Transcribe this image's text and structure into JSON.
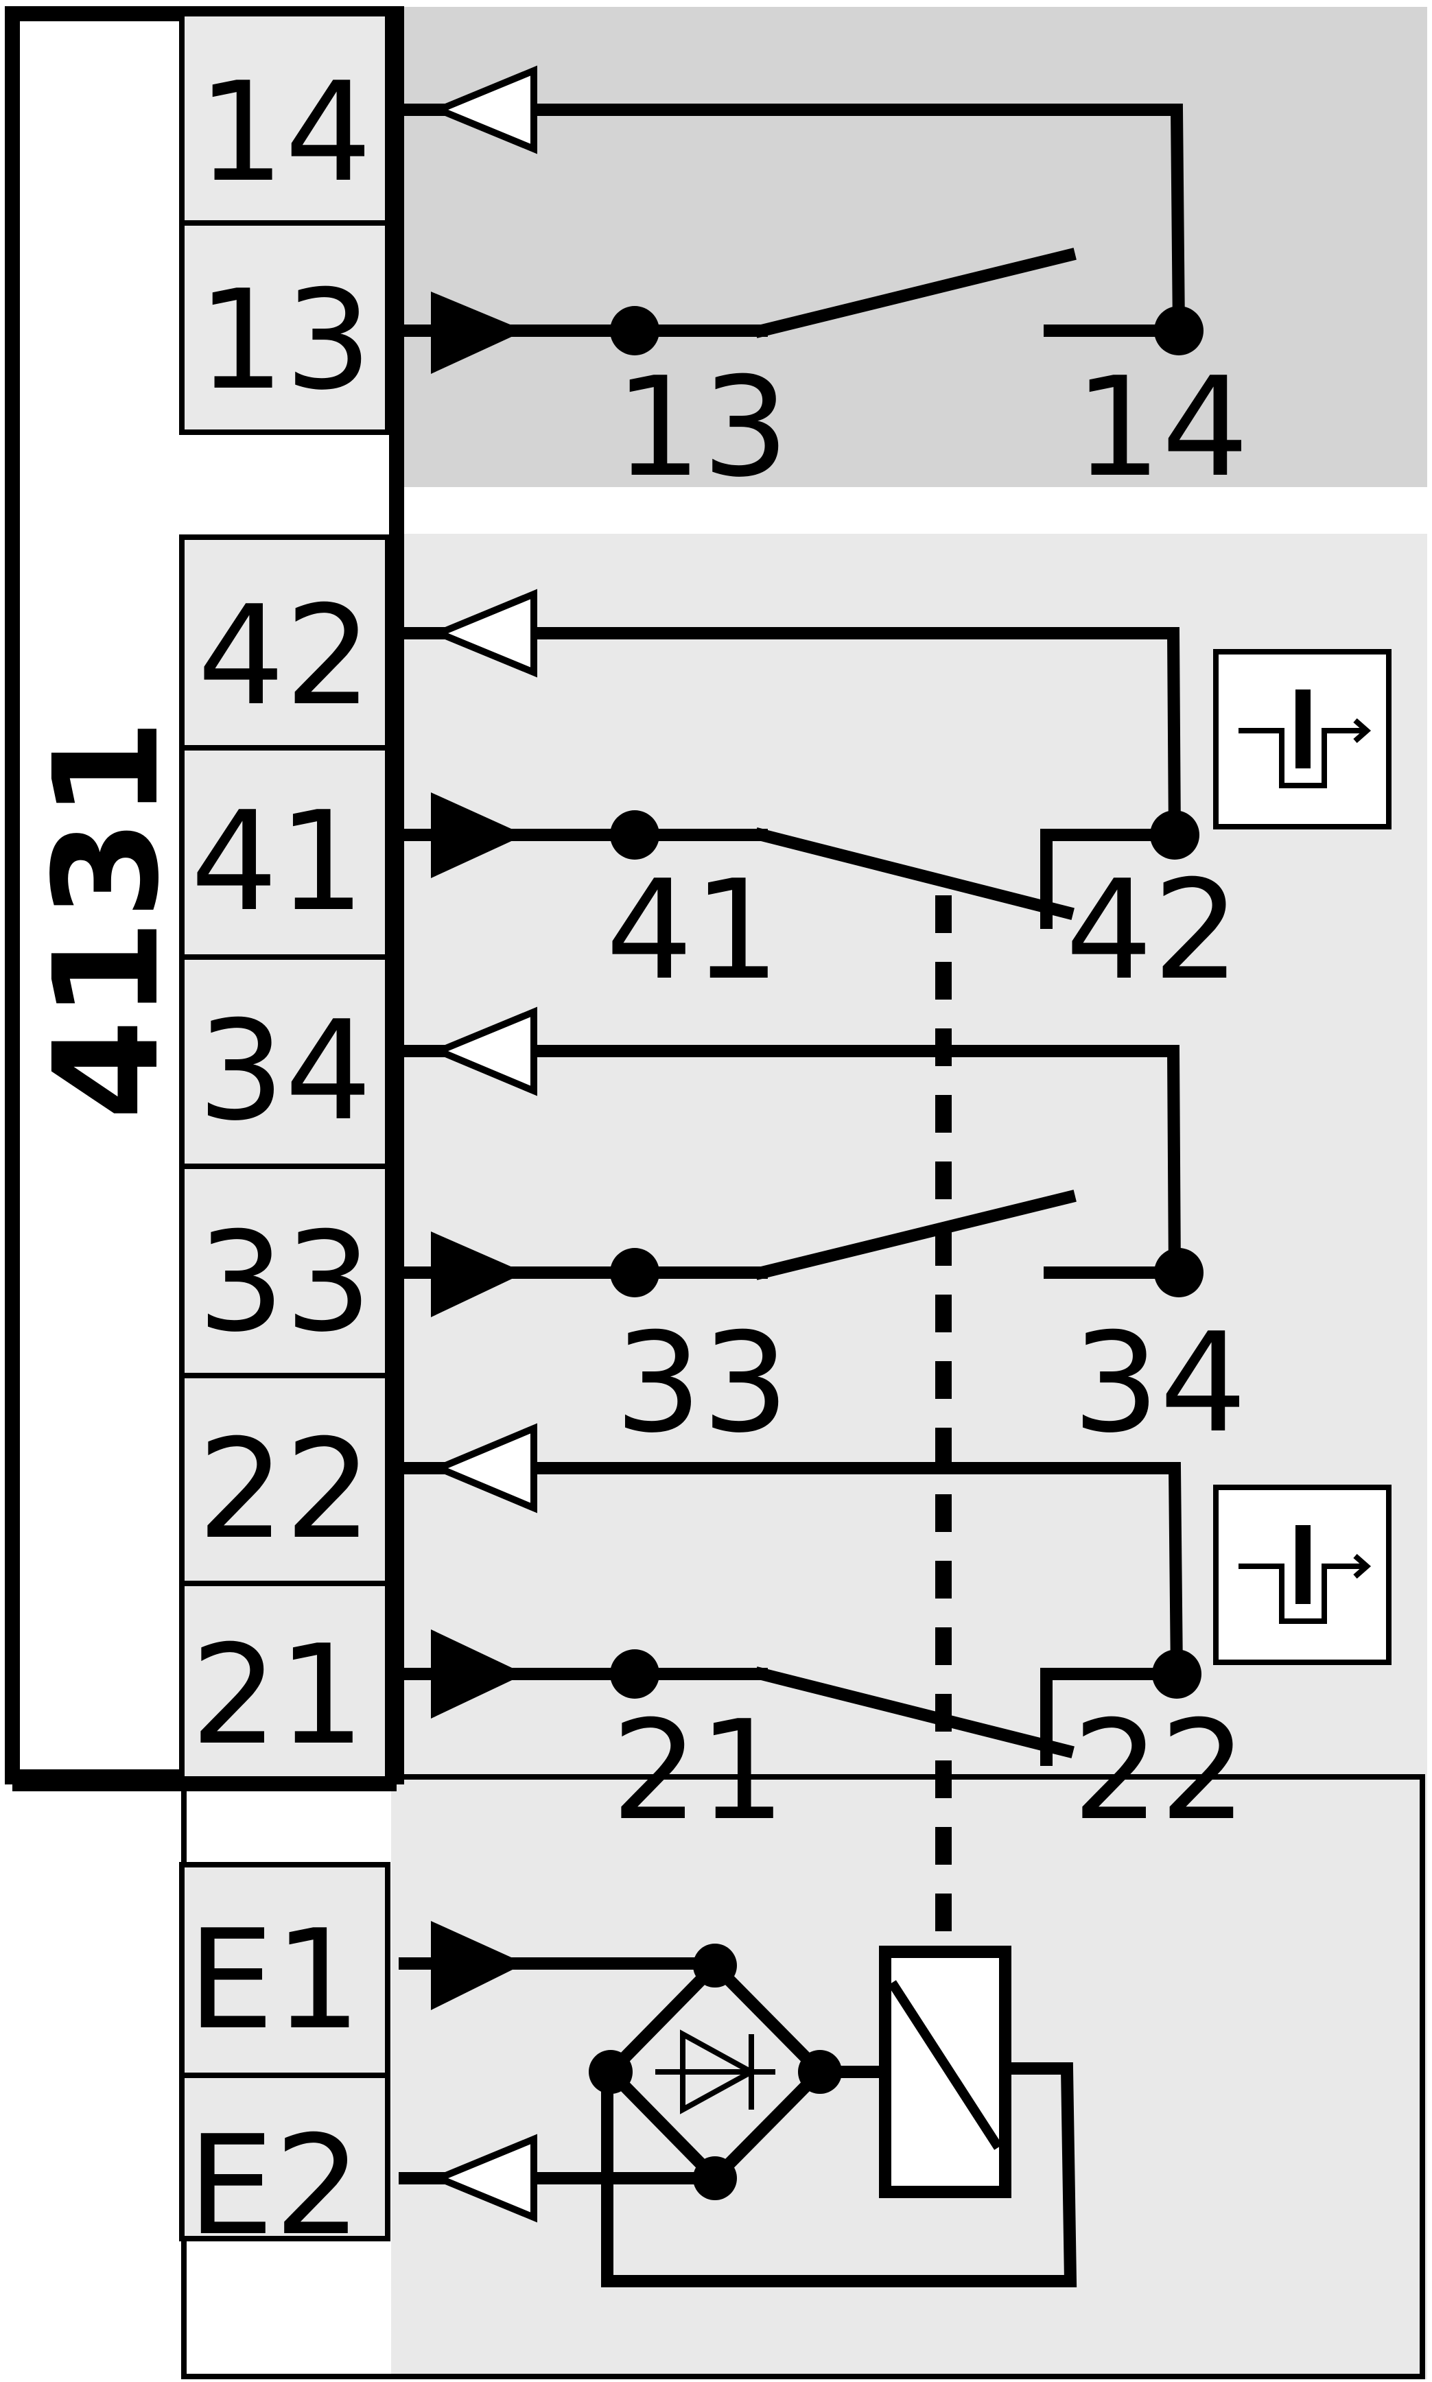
{
  "module": {
    "label": "4131"
  },
  "terminals": {
    "t14": "14",
    "t13": "13",
    "t42": "42",
    "t41": "41",
    "t34": "34",
    "t33": "33",
    "t22": "22",
    "t21": "21",
    "e1": "E1",
    "e2": "E2"
  },
  "contacts": {
    "c13": "13",
    "c14": "14",
    "c41": "41",
    "c42": "42",
    "c33": "33",
    "c34": "34",
    "c21": "21",
    "c22": "22"
  },
  "colors": {
    "top_panel": "#d4d4d4",
    "main_panel": "#e9e9e9",
    "terminal_fill": "#e9e9e9",
    "line": "#000000"
  },
  "icons": {
    "contact_symbol_1": "positive-opening-icon",
    "contact_symbol_2": "positive-opening-icon"
  }
}
